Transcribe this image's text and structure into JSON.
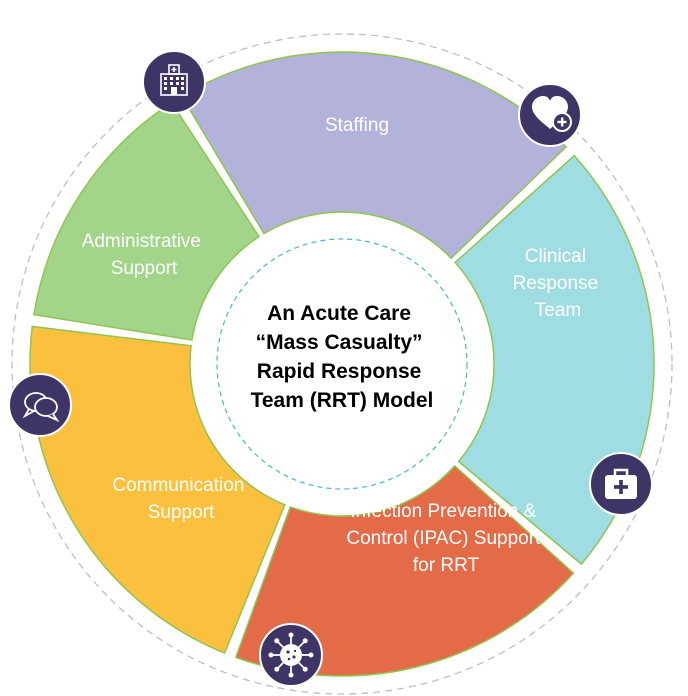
{
  "center": {
    "lines": [
      "An Acute Care",
      "“Mass Casualty”",
      "Rapid Response",
      "Team (RRT) Model"
    ]
  },
  "segments": [
    {
      "id": "staffing",
      "lines": [
        "Staffing"
      ],
      "color": "#b3b2da"
    },
    {
      "id": "clinical-response-team",
      "lines": [
        "Clinical",
        "Response",
        "Team"
      ],
      "color": "#9fdde3"
    },
    {
      "id": "ipac-support",
      "lines": [
        "Infection Prevention &",
        "Control (IPAC) Support",
        "for RRT"
      ],
      "color": "#e36b48"
    },
    {
      "id": "communication-support",
      "lines": [
        "Communication",
        "Support"
      ],
      "color": "#fcc03f"
    },
    {
      "id": "administrative-support",
      "lines": [
        "Administrative",
        "Support"
      ],
      "color": "#a2d48a"
    }
  ],
  "icons": [
    {
      "name": "hospital-building-icon"
    },
    {
      "name": "heart-plus-icon"
    },
    {
      "name": "medical-kit-icon"
    },
    {
      "name": "virus-icon"
    },
    {
      "name": "speech-bubbles-icon"
    }
  ],
  "colors": {
    "icon_circle": "#3f3466",
    "segment_border": "#8fc64e",
    "dashed_ring": "#bfbfbf",
    "center_dashed": "#4bb5c1"
  }
}
